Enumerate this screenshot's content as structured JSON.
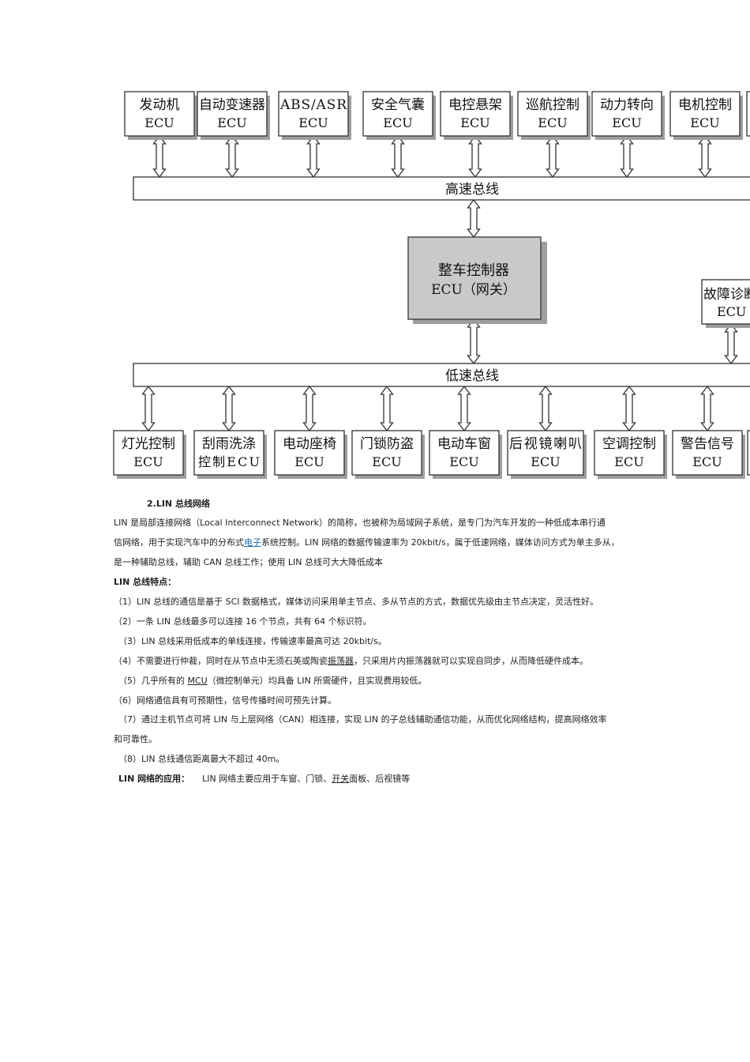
{
  "diagram": {
    "top_ecus": [
      {
        "name": "发动机",
        "sub": "ECU"
      },
      {
        "name": "自动变速器",
        "sub": "ECU"
      },
      {
        "name": "ABS/ASR",
        "sub": "ECU"
      },
      {
        "name": "安全气囊",
        "sub": "ECU"
      },
      {
        "name": "电控悬架",
        "sub": "ECU"
      },
      {
        "name": "巡航控制",
        "sub": "ECU"
      },
      {
        "name": "动力转向",
        "sub": "ECU"
      },
      {
        "name": "电机控制",
        "sub": "ECU"
      }
    ],
    "high_bus": "高速总线",
    "gateway": {
      "name": "整车控制器",
      "sub": "ECU（网关）"
    },
    "diag": {
      "name": "故障诊断",
      "sub": "ECU"
    },
    "low_bus": "低速总线",
    "bottom_ecus": [
      {
        "name": "灯光控制",
        "sub": "ECU"
      },
      {
        "name": "刮雨洗涤",
        "sub": "控制ECU"
      },
      {
        "name": "电动座椅",
        "sub": "ECU"
      },
      {
        "name": "门锁防盗",
        "sub": "ECU"
      },
      {
        "name": "电动车窗",
        "sub": "ECU"
      },
      {
        "name": "后视镜喇叭",
        "sub": "ECU"
      },
      {
        "name": "空调控制",
        "sub": "ECU"
      },
      {
        "name": "警告信号",
        "sub": "ECU"
      }
    ]
  },
  "text": {
    "heading": "2.LIN 总线网络",
    "p1a": "LIN 是局部连接网络（Local Interconnect Network）的简称，也被称为局域网子系统，是专门为汽车开发的一种低成本串行通",
    "p1b_pre": "信网络，用于实现汽车中的分布式",
    "p1b_link": "电子",
    "p1b_post": "系统控制。LIN 网络的数据传输速率为 20kbit/s，属于低速网络，媒体访问方式为单主多从，",
    "p1c": "是一种辅助总线，辅助 CAN 总线工作；使用 LIN 总线可大大降低成本",
    "features_title": "LIN 总线特点：",
    "f1": "（1）LIN 总线的通信是基于 SCI 数据格式，媒体访问采用单主节点、多从节点的方式，数据优先级由主节点决定，灵活性好。",
    "f2": "（2）一条 LIN 总线最多可以连接 16 个节点，共有 64 个标识符。",
    "f3": "（3）LIN 总线采用低成本的单线连接，传输速率最高可达 20kbit/s。",
    "f4_pre": "（4）不需要进行仲裁，同时在从节点中无须石英或陶瓷",
    "f4_ul": "振荡器",
    "f4_post": "，只采用片内振荡器就可以实现自同步，从而降低硬件成本。",
    "f5_pre": "（5）几乎所有的 ",
    "f5_ul": "MCU",
    "f5_post": "（微控制单元）均具备 LIN 所需硬件，且实现费用较低。",
    "f6": "（6）网络通信具有可预期性，信号传播时间可预先计算。",
    "f7a": "（7）通过主机节点可将 LIN 与上层网络（CAN）相连接，实现 LIN 的子总线辅助通信功能，从而优化网络结构，提高网络效率",
    "f7b": "和可靠性。",
    "f8": "（8）LIN 总线通信距离最大不超过 40m。",
    "app_title": "LIN 网络的应用：",
    "app_pre": "LIN 网络主要应用于车窗、门锁、",
    "app_ul": "开关",
    "app_post": "面板、后视镜等"
  }
}
